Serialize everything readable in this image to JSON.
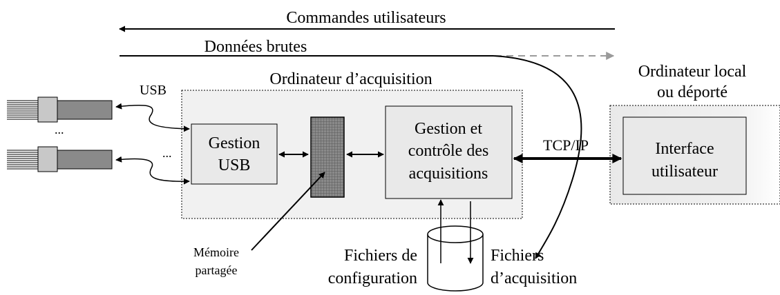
{
  "top_arrows": {
    "user_commands": "Commandes utilisateurs",
    "raw_data": "Données brutes"
  },
  "acquisition_computer": {
    "title": "Ordinateur d’acquisition",
    "usb_label": "USB",
    "ellipsis_left": "...",
    "ellipsis_mid": "...",
    "usb_box": {
      "line1": "Gestion",
      "line2": "USB"
    },
    "control_box": {
      "line1": "Gestion et",
      "line2": "contrôle des",
      "line3": "acquisitions"
    }
  },
  "shared_memory": {
    "line1": "Mémoire",
    "line2": "partagée"
  },
  "network_label": "TCP/IP",
  "local_computer": {
    "title_line1": "Ordinateur local",
    "title_line2": "ou déporté",
    "box": {
      "line1": "Interface",
      "line2": "utilisateur"
    }
  },
  "config_files": {
    "line1": "Fichiers de",
    "line2": "configuration"
  },
  "acq_files": {
    "line1": "Fichiers",
    "line2": "d’acquisition"
  }
}
